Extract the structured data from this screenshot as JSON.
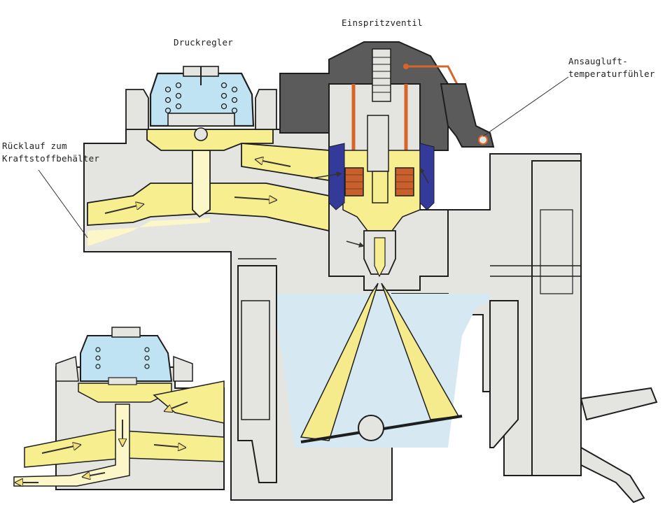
{
  "labels": {
    "injector": "Einspritzventil",
    "pressure_regulator": "Druckregler",
    "air_temp_sensor_line1": "Ansaugluft-",
    "air_temp_sensor_line2": "temperaturfühler",
    "return_line1": "Rücklauf zum",
    "return_line2": "Kraftstoffbehälter"
  },
  "colors": {
    "housing": "#e4e5e1",
    "housing_stroke": "#1e1e1e",
    "fuel": "#f7ef8f",
    "fuel_light": "#fbf7c8",
    "spring_chamber": "#bfe3f2",
    "air_channel": "#d6e9f2",
    "cap": "#5b5b5b",
    "sensor_wire": "#d8642a",
    "coil": "#c8602e",
    "seal": "#343a9a",
    "spray": "#f5ea8c"
  },
  "icons": [
    "flow-arrow-icon"
  ]
}
